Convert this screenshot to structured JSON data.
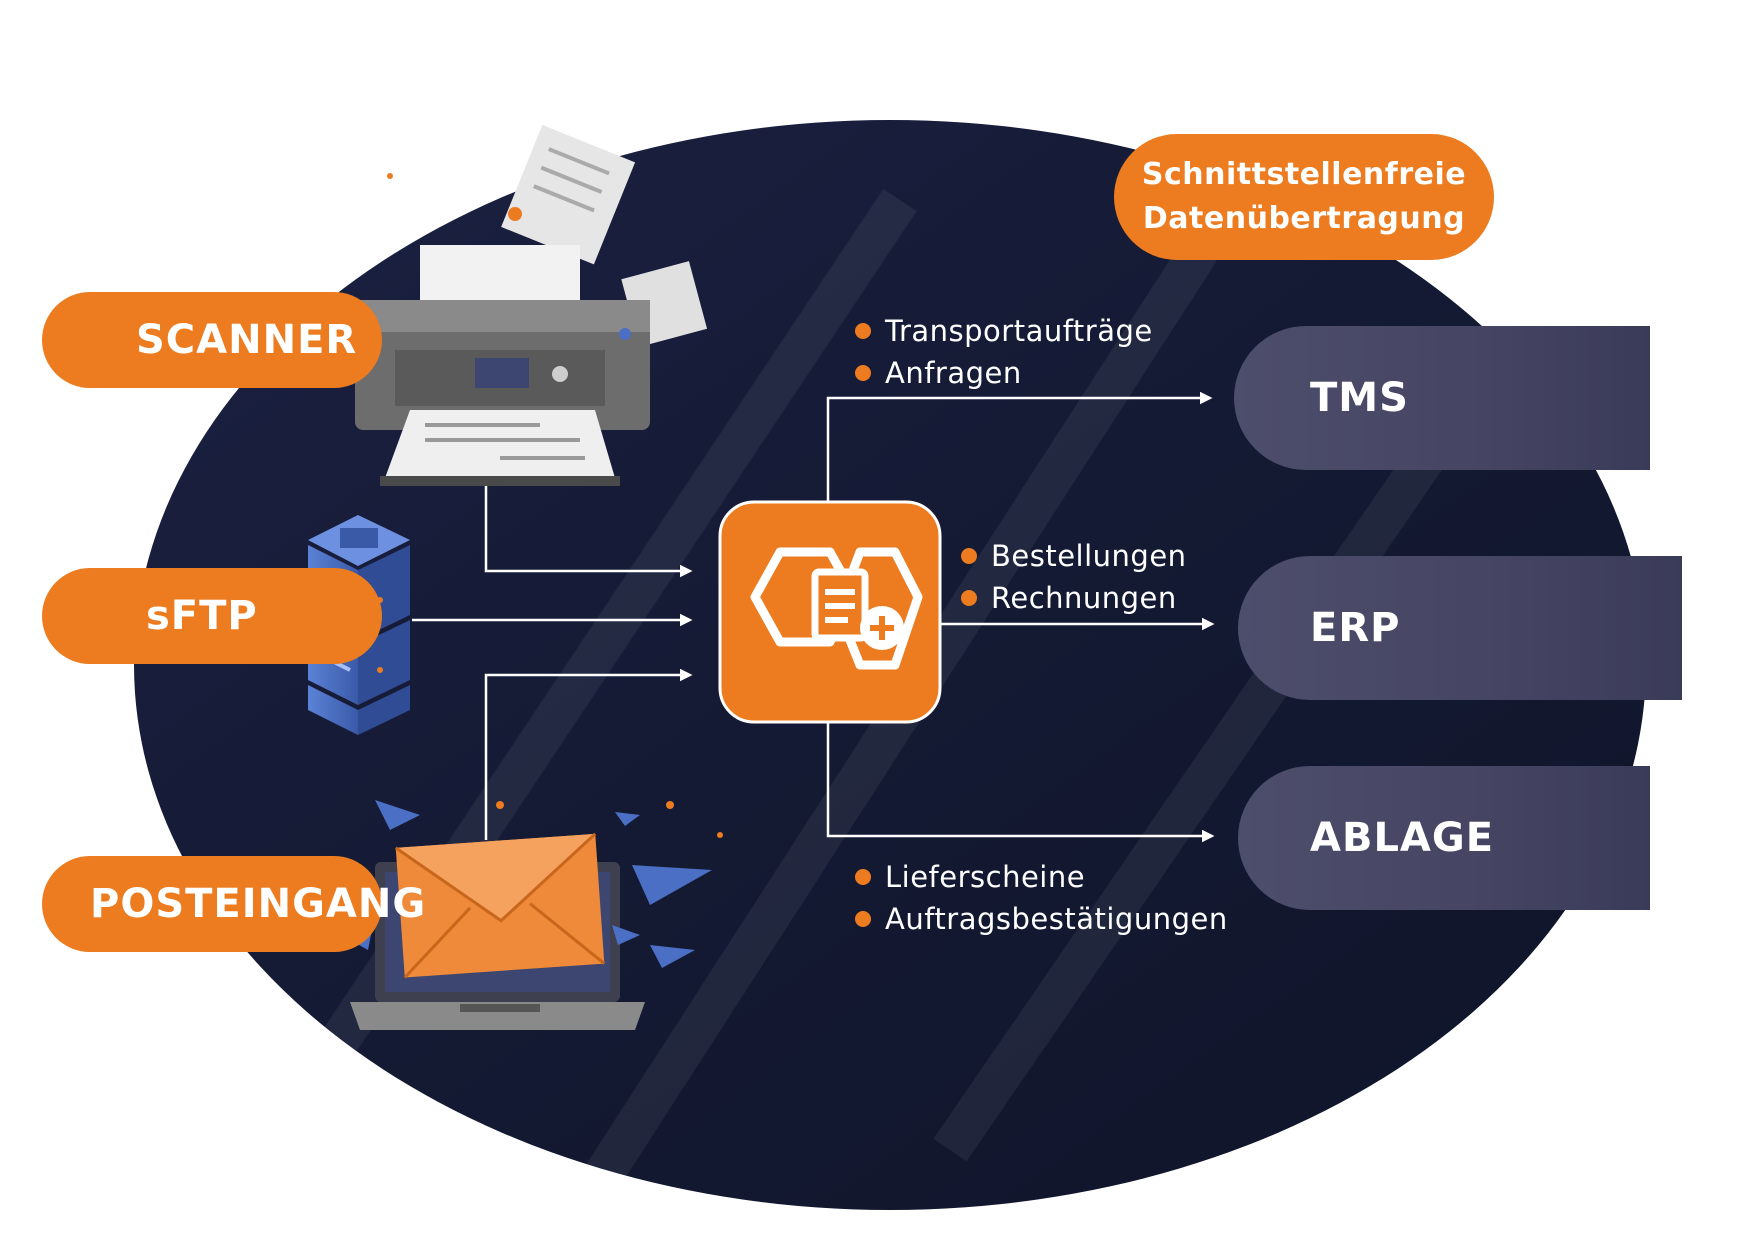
{
  "sources": {
    "scanner": "SCANNER",
    "sftp": "sFTP",
    "posteingang": "POSTEINGANG"
  },
  "badge": {
    "line1": "Schnittstellenfreie",
    "line2": "Datenübertragung"
  },
  "targets": {
    "tms": "TMS",
    "erp": "ERP",
    "ablage": "ABLAGE"
  },
  "labels": {
    "top": [
      "Transportaufträge",
      "Anfragen"
    ],
    "middle": [
      "Bestellungen",
      "Rechnungen"
    ],
    "bottom": [
      "Lieferscheine",
      "Auftragsbestätigungen"
    ]
  },
  "colors": {
    "accent": "#ec7c1f",
    "background_dark": "#141a33",
    "target_pill": "#46465f",
    "server_blue": "#4a6fc4"
  },
  "icons": {
    "hub": "document-processing-hub-icon",
    "scanner": "printer-icon",
    "sftp": "server-rack-icon",
    "posteingang": "laptop-envelope-icon"
  }
}
